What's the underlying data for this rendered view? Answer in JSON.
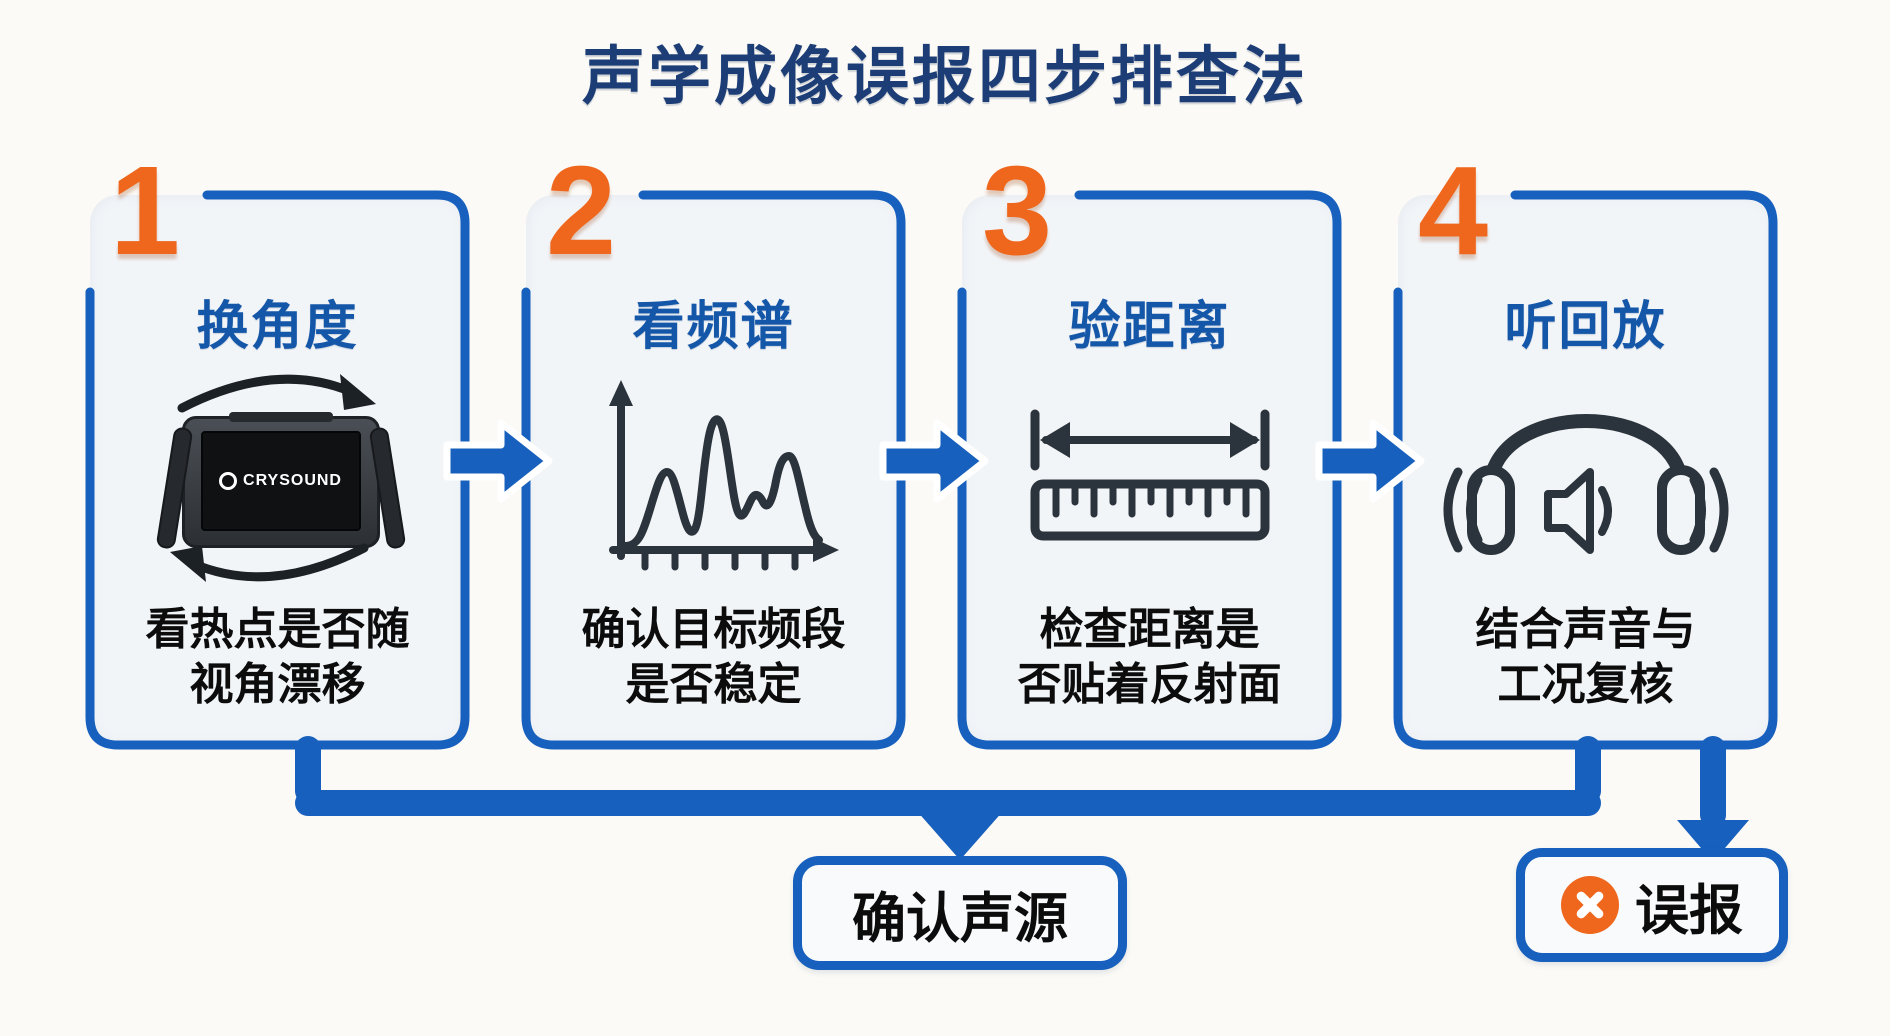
{
  "title": "声学成像误报四步排查法",
  "colors": {
    "accent_blue": "#1760bd",
    "heading_blue": "#1456a8",
    "title_navy": "#1c3d75",
    "number_orange": "#ef671d",
    "card_bg": "#f2f5f8",
    "icon_dark": "#2b343c"
  },
  "steps": [
    {
      "number": "1",
      "heading": "换角度",
      "desc_line1": "看热点是否随",
      "desc_line2": "视角漂移",
      "icon": "acoustic-camera-rotate",
      "device_brand": "CRYSOUND"
    },
    {
      "number": "2",
      "heading": "看频谱",
      "desc_line1": "确认目标频段",
      "desc_line2": "是否稳定",
      "icon": "spectrum-chart"
    },
    {
      "number": "3",
      "heading": "验距离",
      "desc_line1": "检查距离是",
      "desc_line2": "否贴着反射面",
      "icon": "ruler-distance"
    },
    {
      "number": "4",
      "heading": "听回放",
      "desc_line1": "结合声音与",
      "desc_line2": "工况复核",
      "icon": "headphones-sound"
    }
  ],
  "outcomes": {
    "confirm": {
      "label": "确认声源"
    },
    "false_alarm": {
      "label": "误报",
      "icon": "x-circle"
    }
  }
}
